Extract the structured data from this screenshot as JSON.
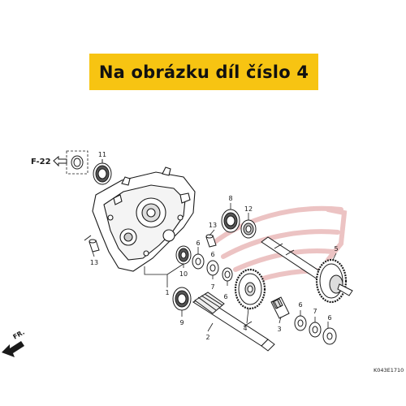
{
  "banner": {
    "text": "Na obrázku díl číslo 4"
  },
  "reference": {
    "label": "F-22"
  },
  "direction": {
    "label": "FR."
  },
  "diagram_code": "K043E1710",
  "callouts": [
    "1",
    "2",
    "3",
    "4",
    "5",
    "6",
    "6",
    "6",
    "6",
    "6",
    "7",
    "7",
    "8",
    "9",
    "10",
    "11",
    "12",
    "13",
    "13"
  ],
  "colors": {
    "banner": "#f7c412",
    "line": "#1a1a1a",
    "watermark": "#e9b9b9"
  }
}
